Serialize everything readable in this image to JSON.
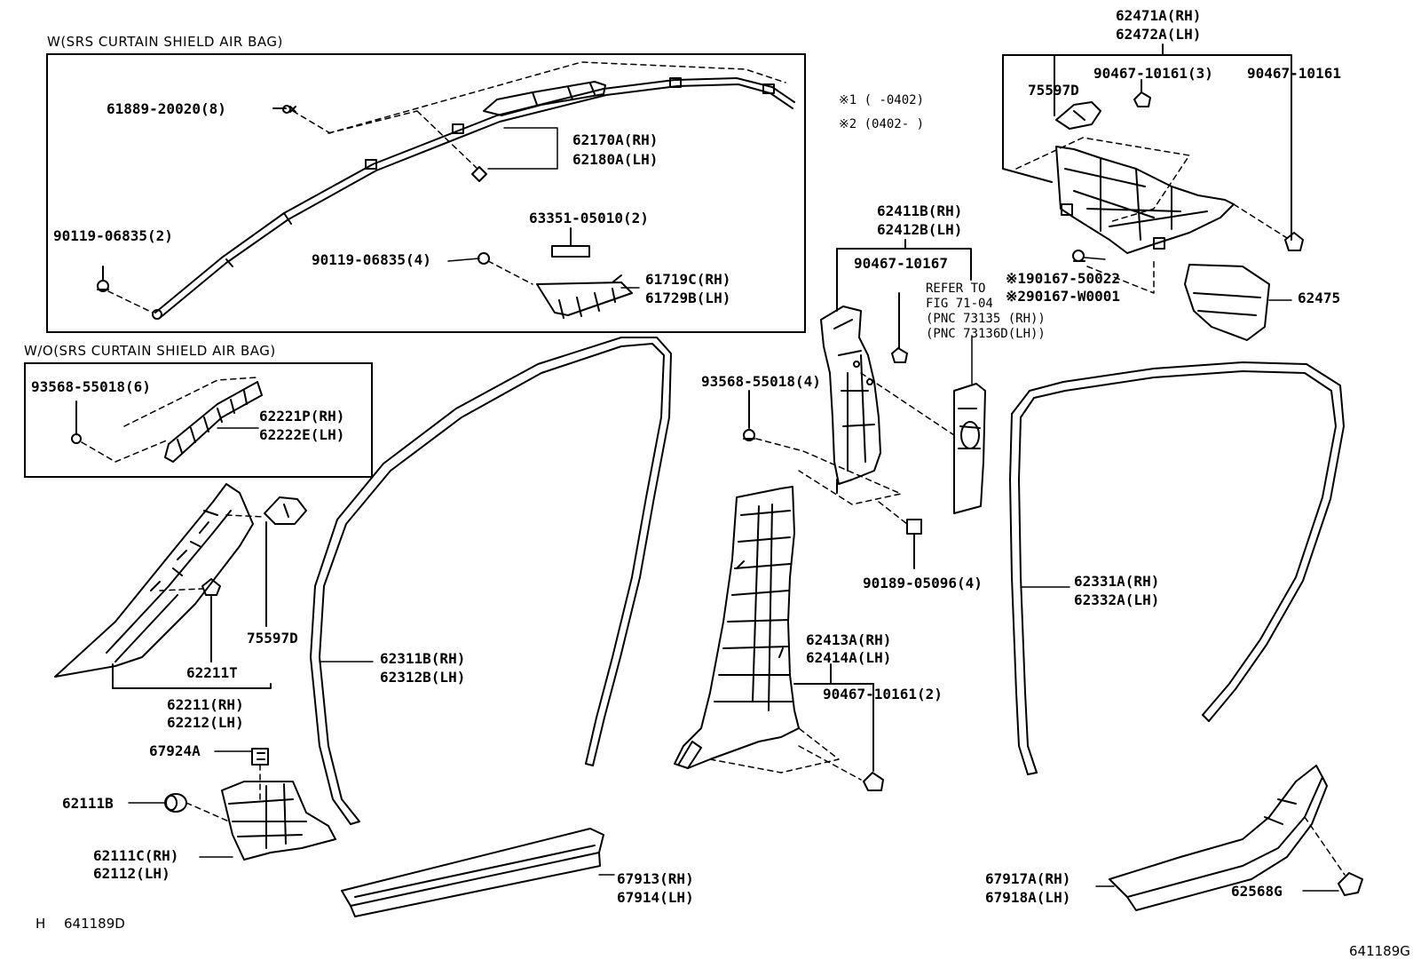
{
  "sections": {
    "with_airbag": "W(SRS CURTAIN SHIELD AIR BAG)",
    "without_airbag": "W/O(SRS CURTAIN SHIELD AIR BAG)"
  },
  "notes": {
    "note1": "※1 (   -0402)",
    "note2": "※2 (0402-   )",
    "refer1": "REFER TO",
    "refer2": "FIG 71-04",
    "refer3": "(PNC 73135 (RH))",
    "refer4": "(PNC 73136D(LH))"
  },
  "codes": {
    "left": "641189D",
    "right": "641189G",
    "h": "H"
  },
  "parts": {
    "p61889": "61889-20020(8)",
    "p62170a": "62170A(RH)",
    "p62180a": "62180A(LH)",
    "p90119a": "90119-06835(2)",
    "p63351": "63351-05010(2)",
    "p90119b": "90119-06835(4)",
    "p61719c": "61719C(RH)",
    "p61729b": "61729B(LH)",
    "p93568a": "93568-55018(6)",
    "p62221p": "62221P(RH)",
    "p62222e": "62222E(LH)",
    "p75597d_l": "75597D",
    "p62211t": "62211T",
    "p62211": "62211(RH)",
    "p62212": "62212(LH)",
    "p67924a": "67924A",
    "p62111b": "62111B",
    "p62111c": "62111C(RH)",
    "p62112": "62112(LH)",
    "p62311b": "62311B(RH)",
    "p62312b": "62312B(LH)",
    "p67913": "67913(RH)",
    "p67914": "67914(LH)",
    "p62411b": "62411B(RH)",
    "p62412b": "62412B(LH)",
    "p90467a": "90467-10167",
    "p93568b": "93568-55018(4)",
    "p90189": "90189-05096(4)",
    "p62413a": "62413A(RH)",
    "p62414a": "62414A(LH)",
    "p90467b": "90467-10161(2)",
    "p62471a": "62471A(RH)",
    "p62472a": "62472A(LH)",
    "p75597d_r": "75597D",
    "p90467c": "90467-10161(3)",
    "p90467d": "90467-10161",
    "p90167a": "※190167-50022",
    "p90167b": "※290167-W0001",
    "p62475": "62475",
    "p62331a": "62331A(RH)",
    "p62332a": "62332A(LH)",
    "p67917a": "67917A(RH)",
    "p67918a": "67918A(LH)",
    "p62568g": "62568G"
  }
}
